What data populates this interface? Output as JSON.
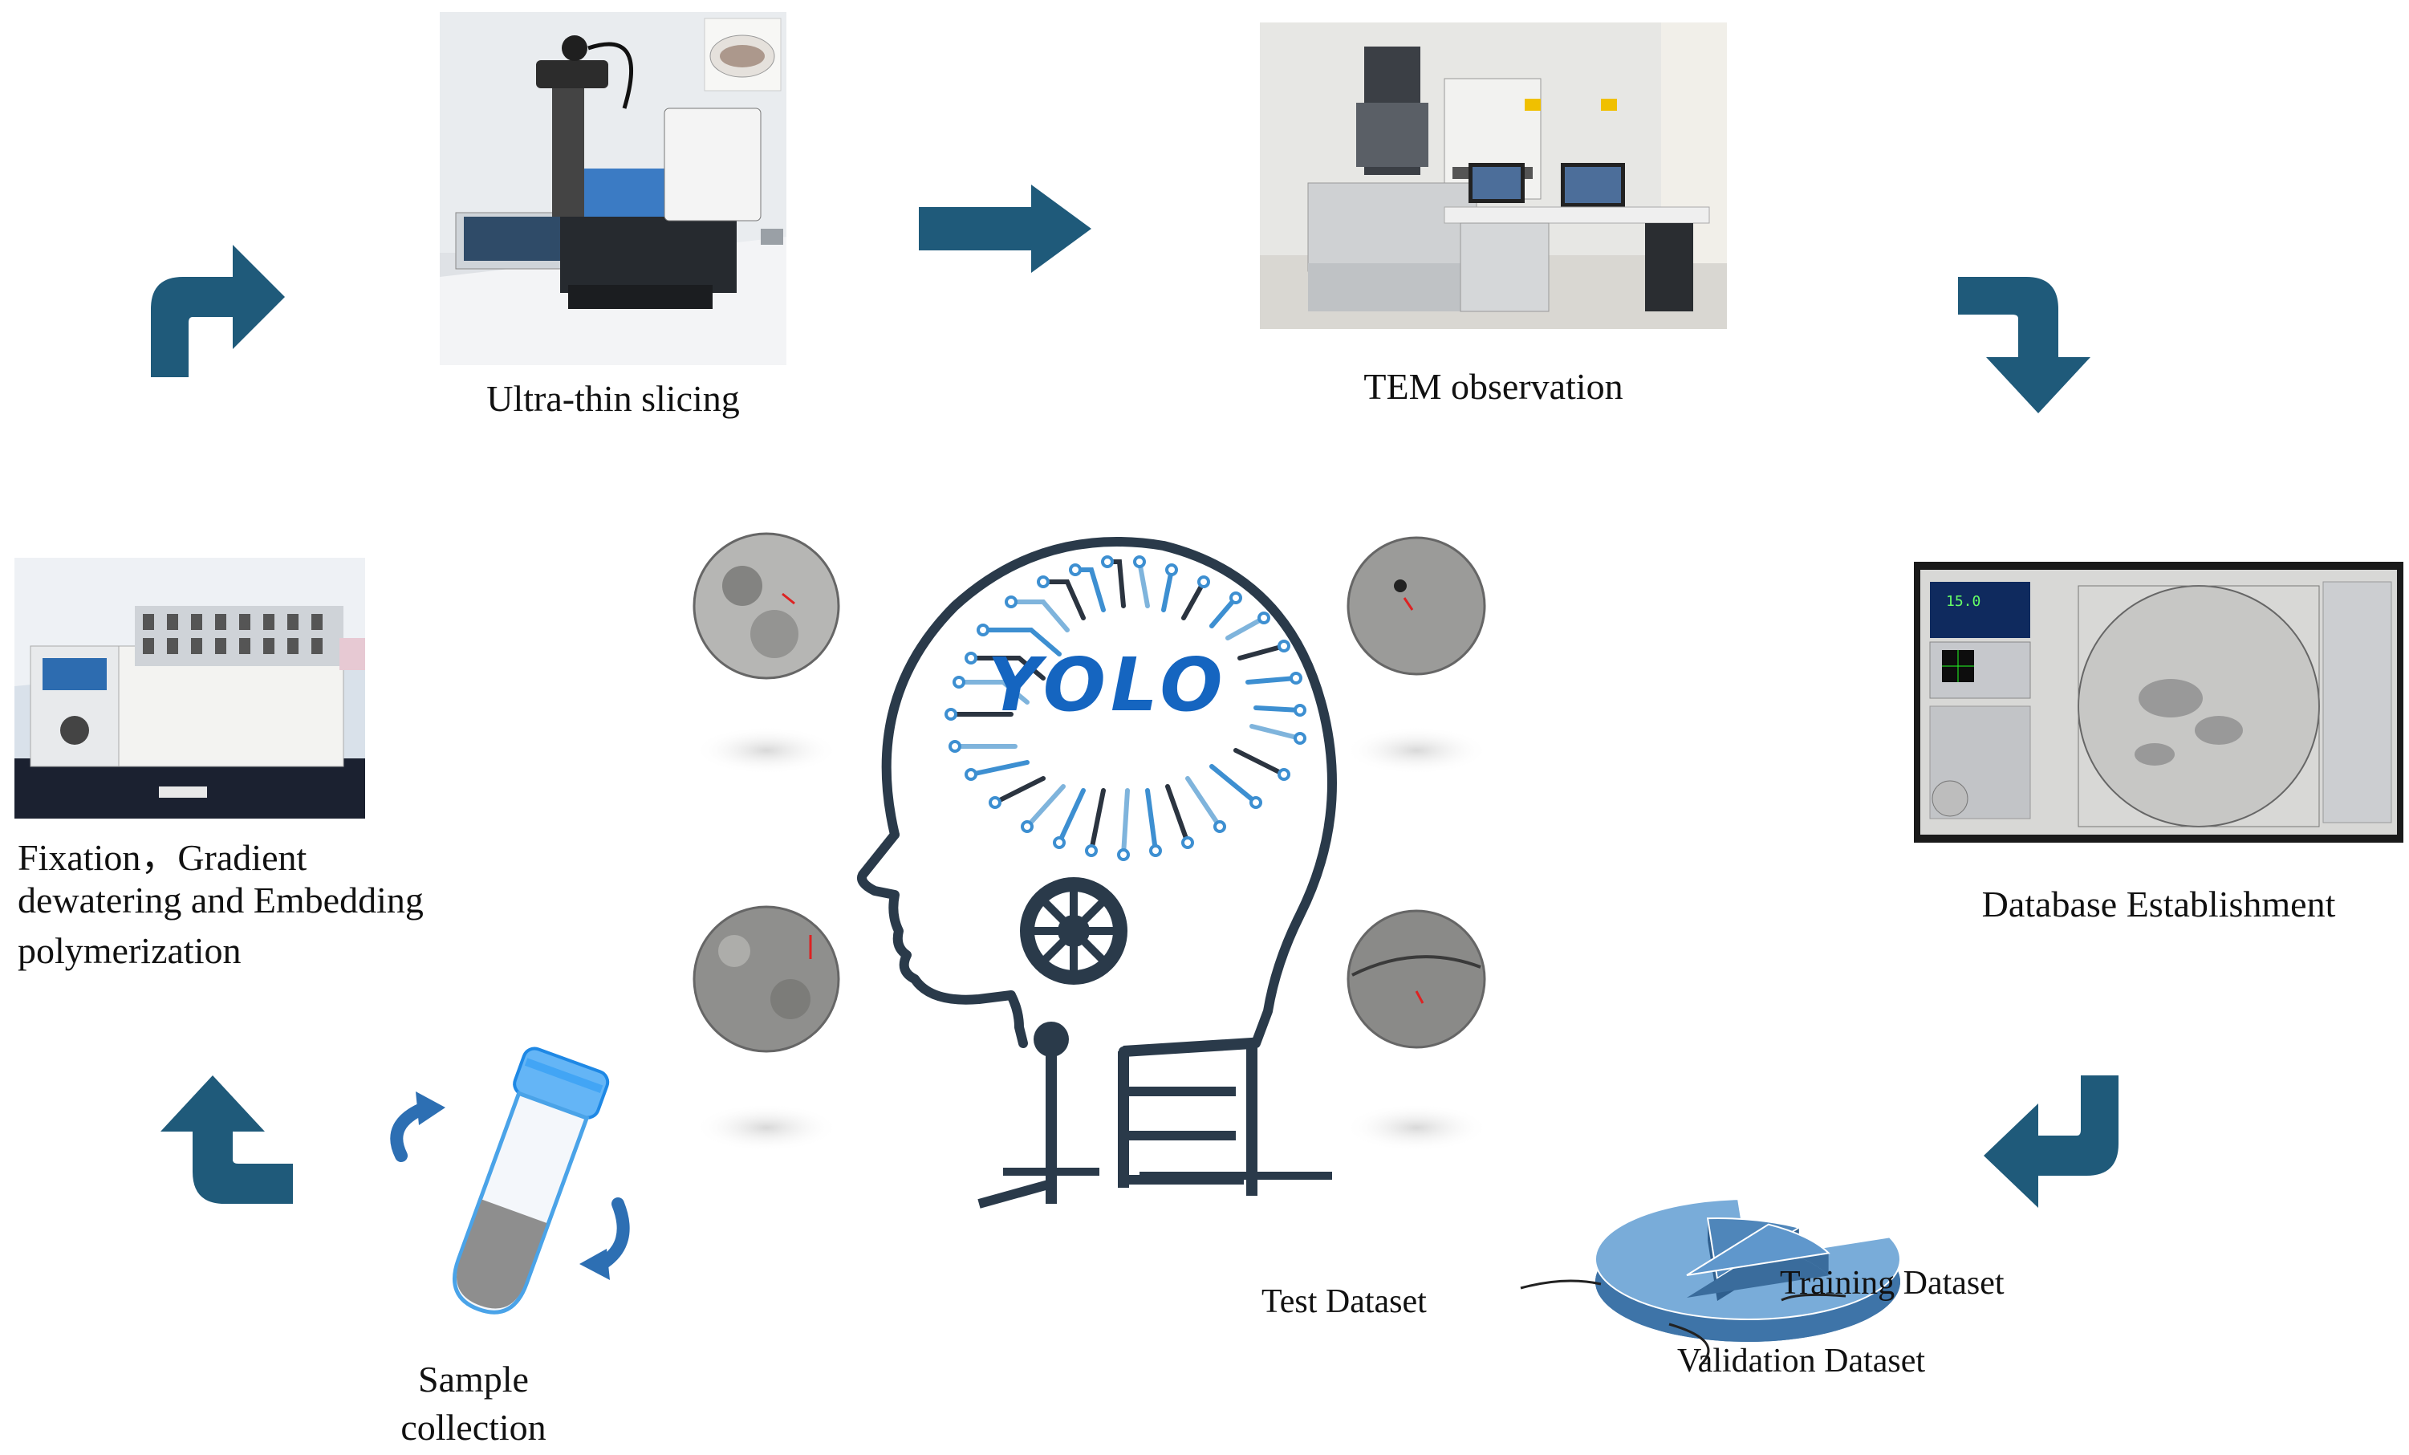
{
  "steps": {
    "slicing": "Ultra-thin slicing",
    "tem": "TEM observation",
    "database": "Database Establishment",
    "fixation_line1": "Fixation，Gradient",
    "fixation_line2": "dewatering and Embedding",
    "fixation_line3": "polymerization",
    "sample_line1": "Sample",
    "sample_line2": "collection"
  },
  "center": {
    "model": "YOLO"
  },
  "chart_data": {
    "type": "pie",
    "categories": [
      "Training Dataset",
      "Validation Dataset",
      "Test Dataset"
    ],
    "values": [
      80,
      10,
      10
    ],
    "title": "",
    "labels": {
      "training": "Training Dataset",
      "validation": "Validation Dataset",
      "test": "Test Dataset"
    }
  },
  "colors": {
    "arrow": "#1f5a7a",
    "head_line": "#2a3a4a",
    "circuit_blue": "#3d8fd1",
    "circuit_light": "#7fb4dc",
    "circuit_dark": "#2b3440",
    "yolo_text": "#1565c0",
    "pie_top": "#6fa3d6",
    "pie_side": "#3e74a8"
  }
}
